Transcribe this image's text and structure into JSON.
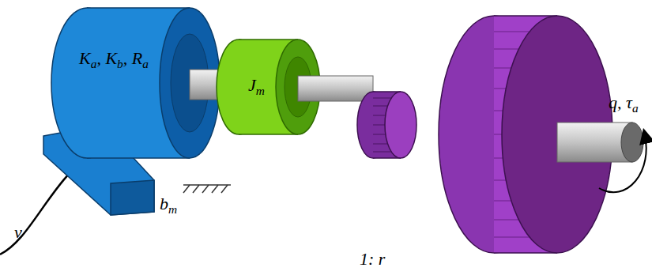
{
  "diagram": {
    "labels": [
      "Ka, Kb, Ra",
      "Jm",
      "bm",
      "v",
      "1: r",
      "q, τa"
    ]
  }
}
